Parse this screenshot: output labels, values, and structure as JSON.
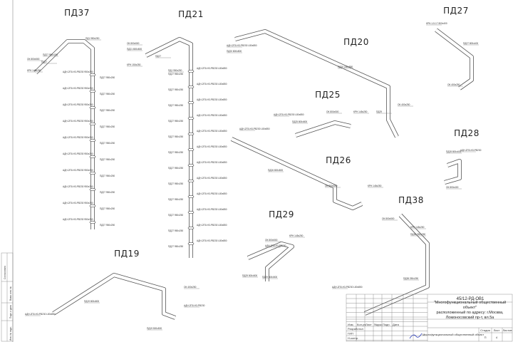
{
  "systems": [
    {
      "id": "pd37",
      "title": "ПД37",
      "labels": [
        "ПД27 950х250",
        "ОК 800х500",
        "ПД27",
        "КРН 145х250",
        "ПД1 950х250"
      ],
      "repeat_label": "АДН-2П0-Н3-РВ230 950х250",
      "repeat_label2": "ПД27 950х250"
    },
    {
      "id": "pd21",
      "title": "ПД21",
      "labels": [
        "ОК 800х500",
        "ПД21 800х800",
        "ПД27",
        "КРН 150х250",
        "ПД1 950х250"
      ],
      "repeat_label": "АДН-2П0-Н3-РВ230 L80х850",
      "repeat_label2": "ПД27 950х250"
    },
    {
      "id": "pd20",
      "title": "ПД20",
      "labels": [
        "АДН-2П0-Н3-РВ230 L80х850",
        "ПД20 800х800",
        "ПД20 L80х850",
        "ОК 400х250",
        "ПД29"
      ]
    },
    {
      "id": "pd27",
      "title": "ПД27",
      "labels": [
        "КРН-1-5-17 800х400",
        "ПД27 800х400",
        "ОК 400х250"
      ]
    },
    {
      "id": "pd25",
      "title": "ПД25",
      "labels": [
        "АДН-2П0-Н3-РВ230 L80х850",
        "ОК 800х500",
        "КРН 145х250",
        "ПД25 800х800"
      ]
    },
    {
      "id": "pd28",
      "title": "ПД28",
      "labels": [
        "ПД28 800х400",
        "АДН-2П0-Н3-РВ230",
        "ОК 800х400"
      ]
    },
    {
      "id": "pd26",
      "title": "ПД26",
      "labels": [
        "АДН-2П0-Н3-РВ230 L80х850",
        "ПД26 800х800",
        "ОК 800х500",
        "КРН 145х250"
      ]
    },
    {
      "id": "pd29",
      "title": "ПД29",
      "labels": [
        "ОК 800х500",
        "КРН 145х250",
        "АДН-2П0-Н3-РВ230",
        "ПД29 500х500",
        "ПД29 500х500"
      ]
    },
    {
      "id": "pd38",
      "title": "ПД38",
      "labels": [
        "ОК 800х500",
        "КРН 145х250",
        "ПД38 250х250",
        "АДН-2П0-Н3-РВ230 L80х850",
        "ПД38 250х250"
      ]
    },
    {
      "id": "pd19",
      "title": "ПД19",
      "labels": [
        "АДН-2П0-Н3-РВ230 L80х850",
        "ПД19 800х800",
        "АДН-2П0-Н3-РВ230",
        "ПД19 500х500",
        "ОК 400х250"
      ]
    }
  ],
  "title_block": {
    "code": "45/12-РД-ОВ1",
    "object": "\"Многофункциональный общественный объект\"",
    "address": "расположенный по адресу: г.Москва, Ломоносовский пр-т, вл.5а",
    "sheet_name": "Многофункциональный общественный объект",
    "col_stage": "Стадия",
    "col_sheet": "Лист",
    "col_sheets": "Листов",
    "stage": "П",
    "sheet": "4",
    "rows": [
      "Изм.",
      "Кол.уч.",
      "Лист",
      "№док.",
      "Подп.",
      "Дата"
    ],
    "roles": [
      "Разработал",
      "ГИП",
      "Н.контр."
    ]
  },
  "side_stamp": [
    "Согласовано",
    "Взам. инв. №",
    "Подп. и дата",
    "Инв. № подл."
  ]
}
